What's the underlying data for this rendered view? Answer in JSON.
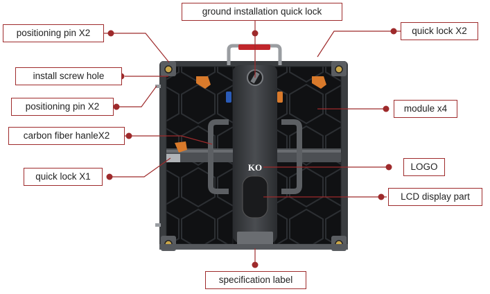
{
  "colors": {
    "accent": "#9e2a2b",
    "cabinet_frame": "#3a3d40",
    "module_panel": "#111214",
    "handle_red": "#c0262b",
    "lock_orange": "#d97a2b",
    "lock_blue": "#2a5bb8"
  },
  "cabinet": {
    "logo_text": "KO"
  },
  "callouts": [
    {
      "id": "ground_lock",
      "label": "ground installation quick lock"
    },
    {
      "id": "positioning_pin_top",
      "label": "positioning pin X2"
    },
    {
      "id": "quick_lock_x2",
      "label": "quick lock X2"
    },
    {
      "id": "install_screw_hole",
      "label": "install screw hole"
    },
    {
      "id": "positioning_pin_side",
      "label": "positioning pin X2"
    },
    {
      "id": "module_x4",
      "label": "module x4"
    },
    {
      "id": "carbon_fiber_handle",
      "label": "carbon fiber hanleX2"
    },
    {
      "id": "quick_lock_x1",
      "label": "quick lock X1"
    },
    {
      "id": "logo",
      "label": "LOGO"
    },
    {
      "id": "lcd_display",
      "label": "LCD display part"
    },
    {
      "id": "spec_label",
      "label": "specification label"
    }
  ]
}
